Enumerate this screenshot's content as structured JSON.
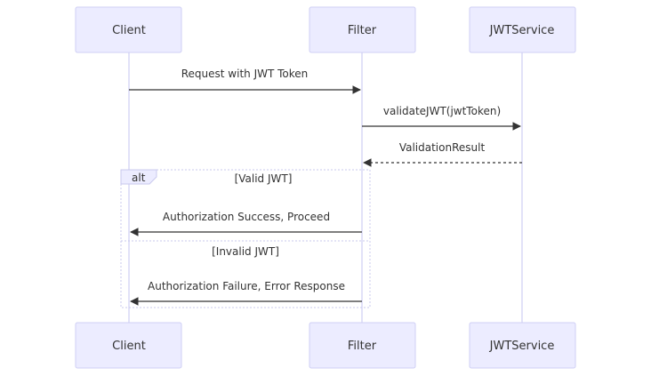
{
  "actors": [
    "Client",
    "Filter",
    "JWTService"
  ],
  "messages": [
    {
      "label": "Request with JWT Token",
      "from": "Client",
      "to": "Filter",
      "style": "solid"
    },
    {
      "label": "validateJWT(jwtToken)",
      "from": "Filter",
      "to": "JWTService",
      "style": "solid"
    },
    {
      "label": "ValidationResult",
      "from": "JWTService",
      "to": "Filter",
      "style": "dashed"
    },
    {
      "label": "Authorization Success, Proceed",
      "from": "Filter",
      "to": "Client",
      "style": "solid"
    },
    {
      "label": "Authorization Failure, Error Response",
      "from": "Filter",
      "to": "Client",
      "style": "solid"
    }
  ],
  "alt": {
    "keyword": "alt",
    "section1": "[Valid JWT]",
    "section2": "[Invalid JWT]"
  },
  "colors": {
    "actor_fill": "#ECECFF",
    "lifeline": "#d8d8f6",
    "arrow": "#333333"
  }
}
